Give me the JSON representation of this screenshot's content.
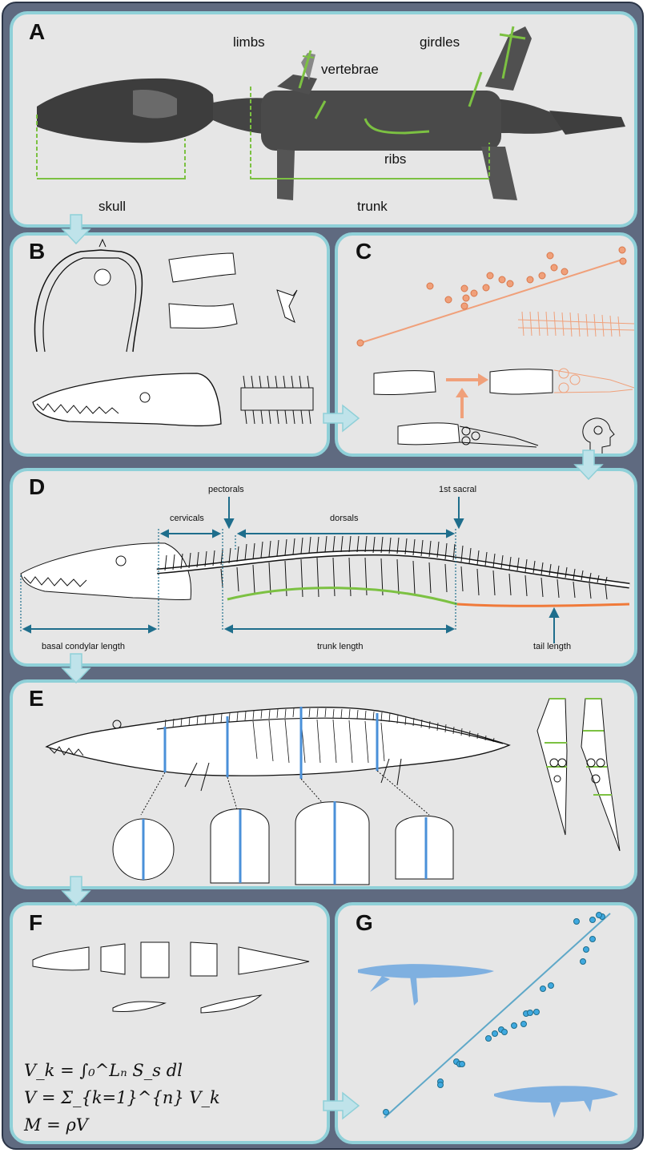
{
  "panels": {
    "a": {
      "label": "A",
      "annotations": {
        "limbs": "limbs",
        "vertebrae": "vertebrae",
        "girdles": "girdles",
        "ribs": "ribs",
        "skull": "skull",
        "trunk": "trunk"
      }
    },
    "b": {
      "label": "B"
    },
    "c": {
      "label": "C"
    },
    "d": {
      "label": "D",
      "annotations": {
        "pectorals": "pectorals",
        "first_sacral": "1st sacral",
        "cervicals": "cervicals",
        "dorsals": "dorsals",
        "basal_condylar_length": "basal condylar length",
        "trunk_length": "trunk length",
        "tail_length": "tail length"
      }
    },
    "e": {
      "label": "E"
    },
    "f": {
      "label": "F",
      "equations": {
        "integral": "V_k = ∫₀^Lₙ S_s dl",
        "sum": "V = Σ_{k=1}^{n} V_k",
        "mass": "M = ρV"
      }
    },
    "g": {
      "label": "G"
    }
  },
  "colors": {
    "panel_bg": "#e6e6e6",
    "panel_border": "#8fd0d8",
    "frame": "#5f6a80",
    "green": "#7cc142",
    "orange": "#f0a07a",
    "blue_line": "#1f6e8c",
    "blue_section": "#4a90d9",
    "scatter_blue": "#3fa9e0"
  }
}
